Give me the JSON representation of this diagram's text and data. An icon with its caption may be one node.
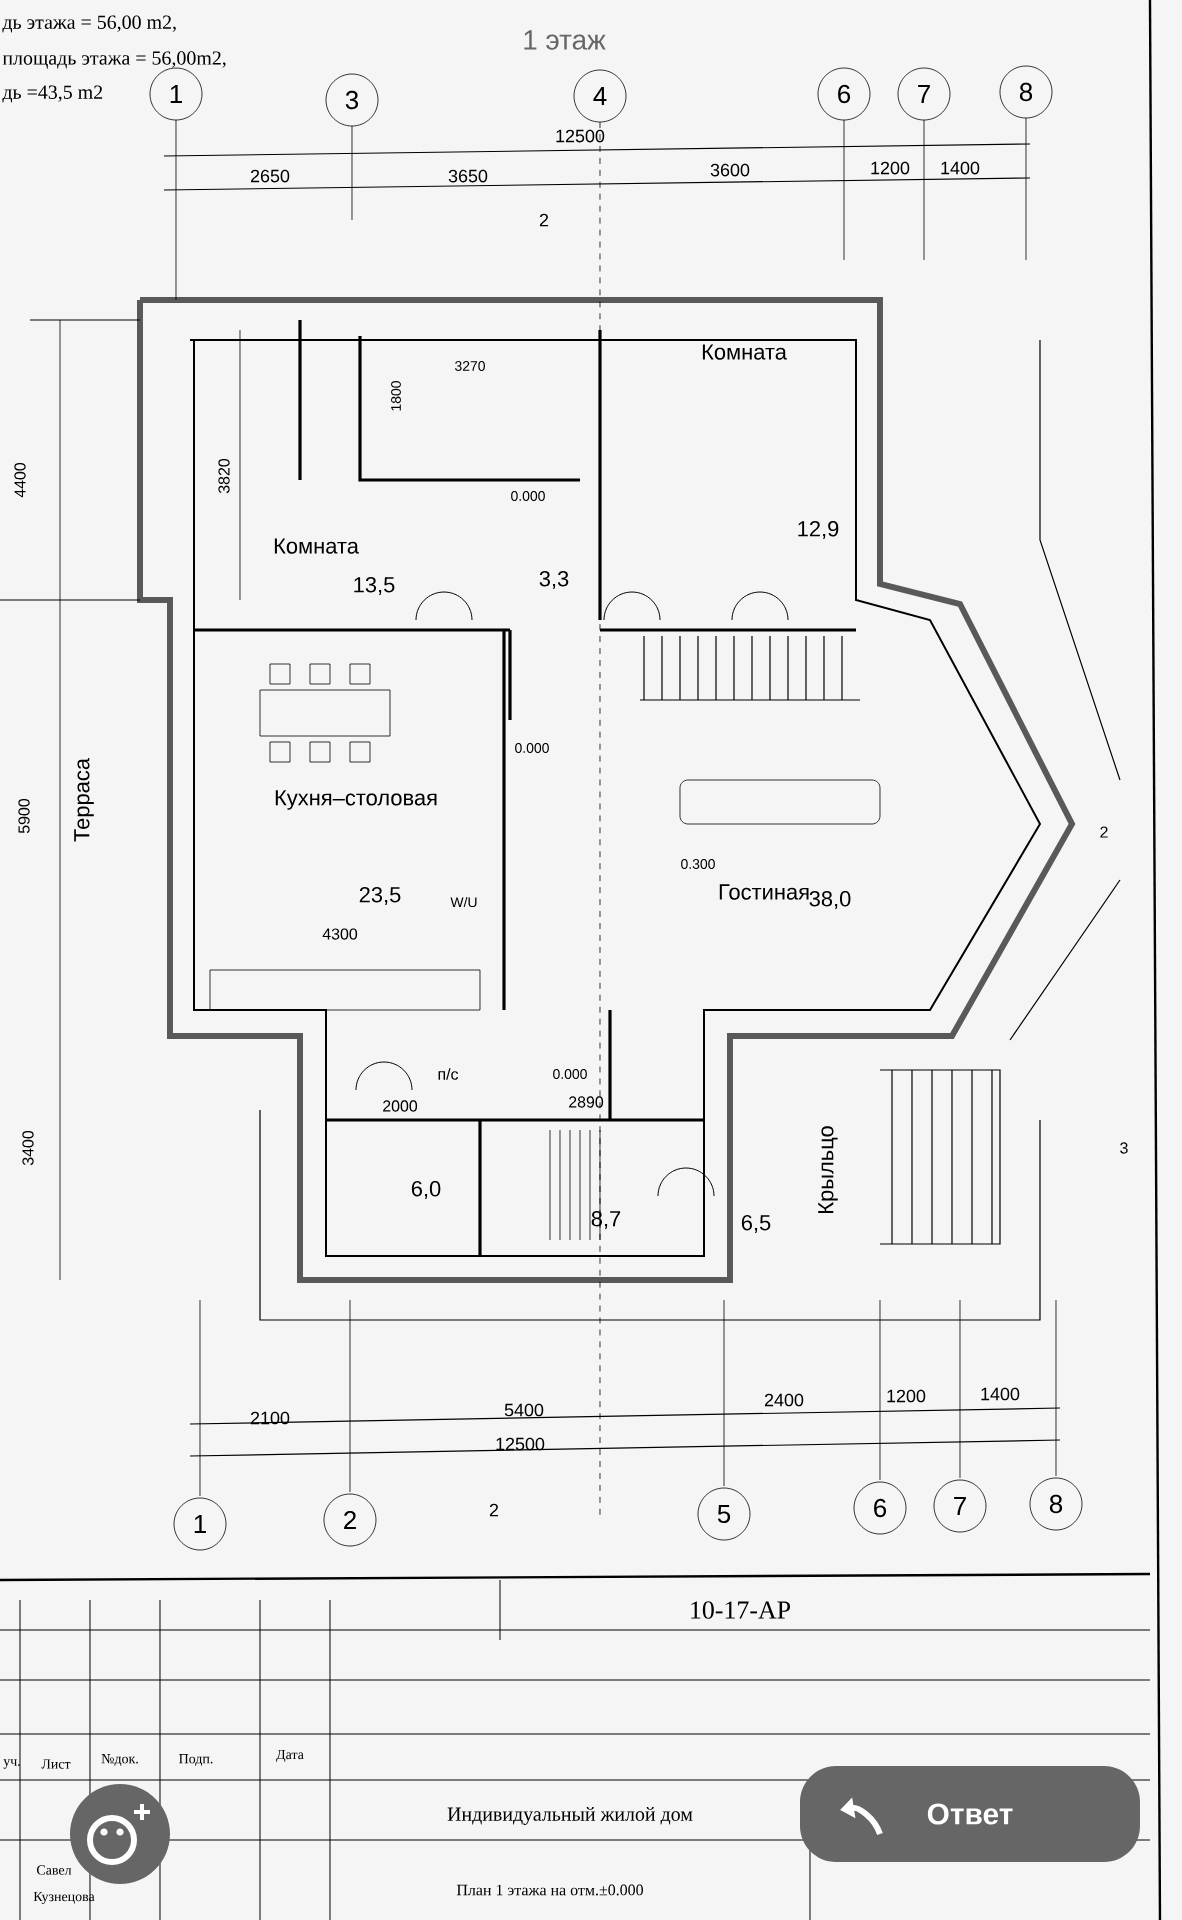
{
  "diagram": {
    "title": "1 этаж",
    "nodes": [
      {
        "text": [
          "1"
        ]
      },
      {
        "text": [
          "3"
        ]
      },
      {
        "text": [
          "4"
        ]
      },
      {
        "text": [
          "6"
        ]
      },
      {
        "text": [
          "7"
        ]
      },
      {
        "text": [
          "8"
        ]
      },
      {
        "text": [
          "1"
        ]
      },
      {
        "text": [
          "2"
        ]
      },
      {
        "text": [
          "5"
        ]
      },
      {
        "text": [
          "6"
        ]
      },
      {
        "text": [
          "7"
        ]
      },
      {
        "text": [
          "8"
        ]
      }
    ],
    "labels": [
      "дь этажа = 56,00 m2,",
      "площадь этажа = 56,00m2,",
      "дь =43,5 m2",
      "12500",
      "2650",
      "3650",
      "3600",
      "1200",
      "1400",
      "2",
      "3270",
      "1800",
      "4400",
      "3820",
      "Комната",
      "0.000",
      "Комната",
      "13,5",
      "3,3",
      "12,9",
      "Терраса",
      "5900",
      "0.000",
      "Кухня–столовая",
      "0.300",
      "Гостиная",
      "38,0",
      "2",
      "23,5",
      "W/U",
      "4300",
      "п/с",
      "0.000",
      "2000",
      "2890",
      "3400",
      "Крыльцо",
      "3",
      "6,0",
      "8,7",
      "6,5",
      "2100",
      "5400",
      "2400",
      "1200",
      "1400",
      "12500",
      "2",
      "уч.",
      "Лист",
      "№док.",
      "Подп.",
      "Дата",
      "10-17-АР",
      "Индивидуальный жилой дом",
      "Савел",
      "Кузнецова",
      "План 1 этажа на отм.±0.000",
      "Ответ"
    ]
  }
}
